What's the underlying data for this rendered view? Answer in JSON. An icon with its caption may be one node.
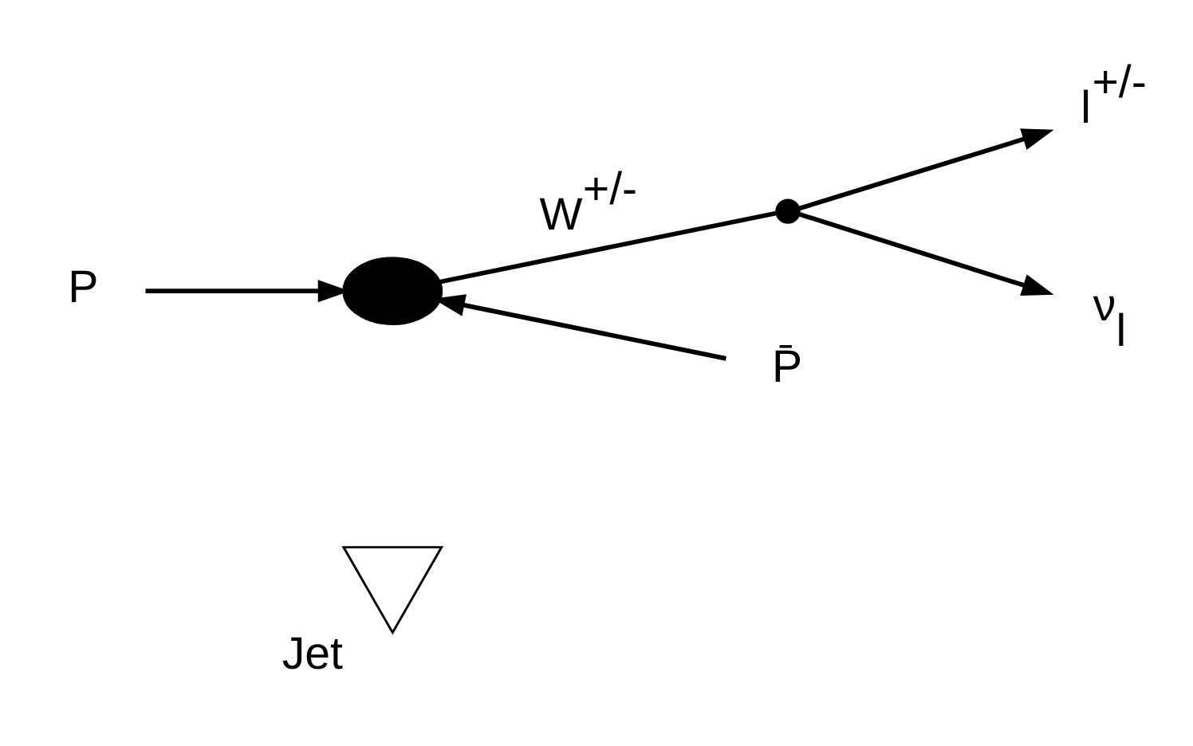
{
  "diagram": {
    "nodes": [
      {
        "text": [
          "l$^{+/-}$"
        ]
      },
      {
        "text": [],
        "shape": "circle"
      },
      {
        "text": [
          "ν$_{l}$"
        ]
      },
      {
        "text": [
          "P"
        ]
      },
      {
        "text": [],
        "shape": "ellipse"
      },
      {
        "text": [
          "P̄"
        ]
      },
      {
        "text": [],
        "shape": "cone",
        "beside": [
          "Jet"
        ]
      }
    ],
    "edges": [
      {
        "from": 3,
        "to": 4,
        "arrow": "to"
      },
      {
        "from": 5,
        "to": 4,
        "arrow": "to"
      },
      {
        "from": 4,
        "to": 1,
        "arrow": "none",
        "label": "W$^{+/-}$"
      },
      {
        "from": 1,
        "to": 0,
        "arrow": "to"
      },
      {
        "from": 1,
        "to": 2,
        "arrow": "to"
      }
    ]
  }
}
